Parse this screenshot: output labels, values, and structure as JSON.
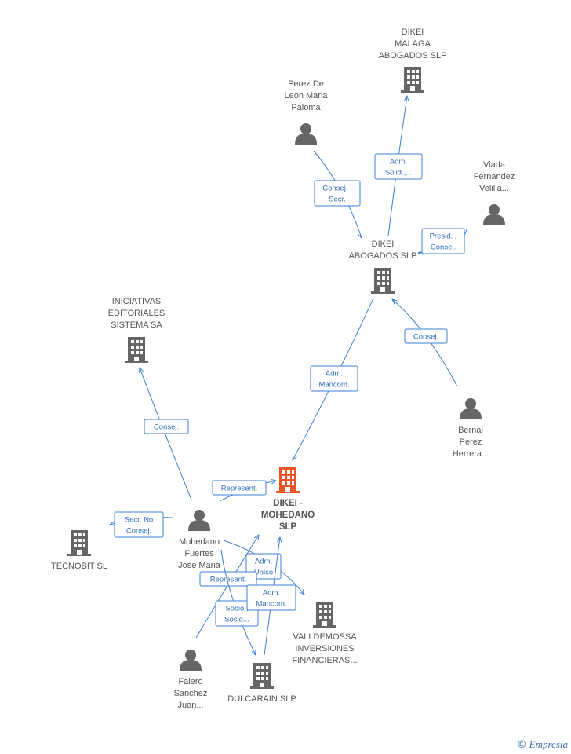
{
  "nodes": [
    {
      "id": "dikei_malaga",
      "kind": "company",
      "lines": [
        "DIKEI",
        "MALAGA",
        "ABOGADOS  SLP"
      ],
      "color": "#666666"
    },
    {
      "id": "perez_de_leon",
      "kind": "person",
      "lines": [
        "Perez De",
        "Leon Maria",
        "Paloma"
      ],
      "color": "#666666"
    },
    {
      "id": "viada",
      "kind": "person",
      "lines": [
        "Viada",
        "Fernandez",
        "Velilla..."
      ],
      "color": "#666666"
    },
    {
      "id": "dikei_abogados",
      "kind": "company",
      "lines": [
        "DIKEI",
        "ABOGADOS SLP"
      ],
      "color": "#666666"
    },
    {
      "id": "iniciativas",
      "kind": "company",
      "lines": [
        "INICIATIVAS",
        "EDITORIALES",
        "SISTEMA SA"
      ],
      "color": "#666666"
    },
    {
      "id": "bernal",
      "kind": "person",
      "lines": [
        "Bernal",
        "Perez",
        "Herrera..."
      ],
      "color": "#666666"
    },
    {
      "id": "dikei_mohedano",
      "kind": "company",
      "lines": [
        "DIKEI -",
        "MOHEDANO",
        "SLP"
      ],
      "color": "#e8572a",
      "main": true
    },
    {
      "id": "mohedano",
      "kind": "person",
      "lines": [
        "Mohedano",
        "Fuertes",
        "Jose Maria"
      ],
      "color": "#666666"
    },
    {
      "id": "tecnobit",
      "kind": "company",
      "lines": [
        "TECNOBIT SL"
      ],
      "color": "#666666"
    },
    {
      "id": "valldemossa",
      "kind": "company",
      "lines": [
        "VALLDEMOSSA",
        "INVERSIONES",
        "FINANCIERAS..."
      ],
      "color": "#666666"
    },
    {
      "id": "falero",
      "kind": "person",
      "lines": [
        "Falero",
        "Sanchez",
        "Juan..."
      ],
      "color": "#666666"
    },
    {
      "id": "dulcarain",
      "kind": "company",
      "lines": [
        "DULCARAIN SLP"
      ],
      "color": "#666666"
    }
  ],
  "edges": [
    {
      "id": "e1",
      "from": "dikei_abogados",
      "to": "dikei_malaga",
      "label": [
        "Adm.",
        "Solid.,..."
      ]
    },
    {
      "id": "e2",
      "from": "perez_de_leon",
      "to": "dikei_abogados",
      "label": [
        "Consej. ,",
        "Secr."
      ]
    },
    {
      "id": "e3",
      "from": "viada",
      "to": "dikei_abogados",
      "label": [
        "Presid. ,",
        "Consej."
      ]
    },
    {
      "id": "e4",
      "from": "bernal",
      "to": "dikei_abogados",
      "label": [
        "Consej."
      ]
    },
    {
      "id": "e5",
      "from": "dikei_abogados",
      "to": "dikei_mohedano",
      "label": [
        "Adm.",
        "Mancom."
      ]
    },
    {
      "id": "e6",
      "from": "mohedano",
      "to": "iniciativas",
      "label": [
        "Consej."
      ]
    },
    {
      "id": "e7",
      "from": "mohedano",
      "to": "dikei_mohedano",
      "label": [
        "Represent."
      ]
    },
    {
      "id": "e8",
      "from": "mohedano",
      "to": "tecnobit",
      "label": [
        "Secr.  No",
        "Consej."
      ]
    },
    {
      "id": "e9",
      "from": "mohedano",
      "to": "valldemossa",
      "label": [
        "Adm.",
        "Unico"
      ]
    },
    {
      "id": "e10",
      "from": "falero",
      "to": "valldemossa",
      "label": [
        "Represent."
      ]
    },
    {
      "id": "e11",
      "from": "mohedano",
      "to": "dulcarain",
      "label": [
        "Socio ,",
        "Socio..."
      ]
    },
    {
      "id": "e12",
      "from": "dulcarain",
      "to": "dikei_mohedano",
      "label": [
        "Adm.",
        "Mancom."
      ]
    }
  ],
  "watermark": {
    "symbol": "©",
    "brand": "Empresia"
  }
}
